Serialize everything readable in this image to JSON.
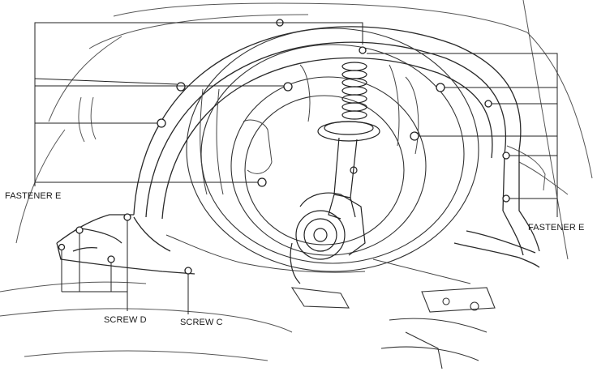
{
  "labels": {
    "fastener_left": "FASTENER E",
    "fastener_right": "FASTENER E",
    "screw_d": "SCREW D",
    "screw_c": "SCREW C"
  },
  "colors": {
    "line": "#2a2a2a",
    "faint_line": "#6a6a6a",
    "background": "#ffffff"
  }
}
